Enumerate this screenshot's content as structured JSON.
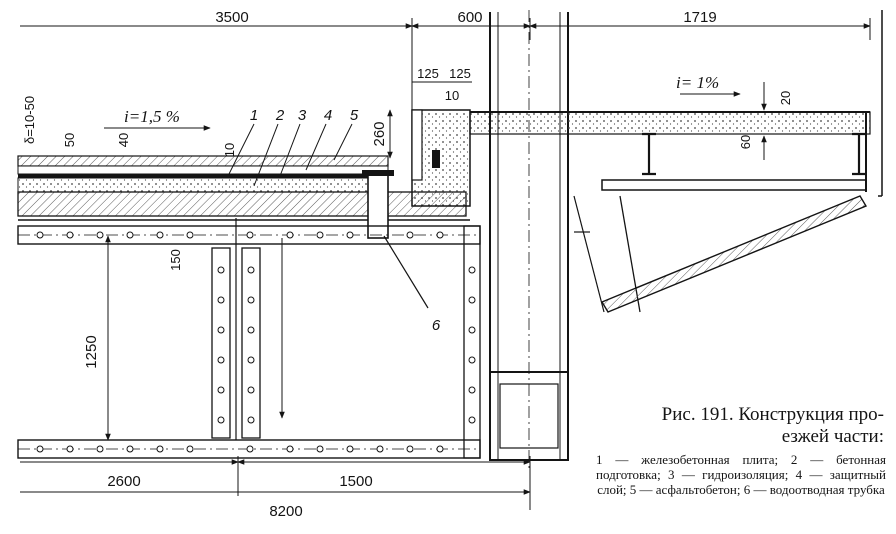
{
  "dimensions": {
    "top_left": "3500",
    "top_mid": "600",
    "top_right": "1719",
    "pair_left": "125",
    "pair_right": "125",
    "small_10": "10",
    "curb_height": "260",
    "thickness_range": "δ=10-50",
    "layer_50": "50",
    "layer_40": "40",
    "layer_10": "10",
    "side_20": "20",
    "side_60": "60",
    "height_150": "150",
    "height_1250": "1250",
    "bottom_left": "2600",
    "bottom_mid": "1500",
    "bottom_total": "8200"
  },
  "slopes": {
    "left": "i=1,5 %",
    "right": "i= 1%"
  },
  "callouts": [
    "1",
    "2",
    "3",
    "4",
    "5",
    "6"
  ],
  "caption": {
    "title_line1": "Рис. 191. Конструкция про-",
    "title_line2": "езжей части:",
    "body": "1 — железобетонная плита; 2 — бетонная подготовка; 3 — гидроизоляция; 4 — защитный слой; 5 — асфальтобетон; 6 — водоотводная трубка"
  },
  "colors": {
    "ink": "#141414",
    "paper": "#ffffff",
    "concrete_hatch": "#5a5a5a"
  }
}
